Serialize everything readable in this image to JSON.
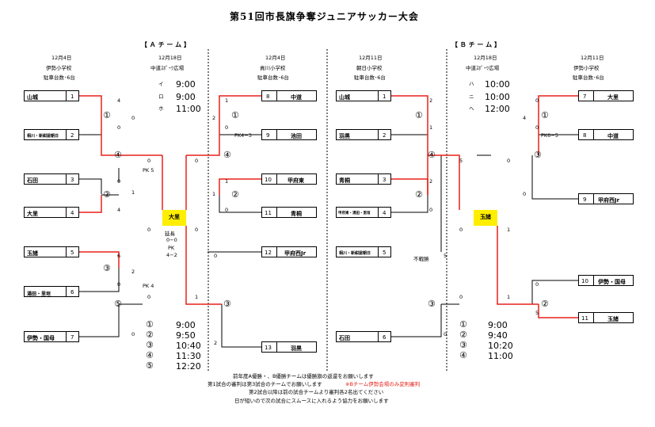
{
  "title": "第51回市長旗争奪ジュニアサッカー大会",
  "sections": {
    "a": "【 Ａ チ ー ム 】",
    "b": "【 Ｂ チ ー ム 】"
  },
  "venues": {
    "a_left": {
      "date": "12月4日",
      "name": "伊勢小学校",
      "parking": "駐車台数･6台"
    },
    "a_center": {
      "date": "12月18日",
      "name": "中道ｽﾎﾟｰﾂ広場"
    },
    "a_right": {
      "date": "12月4日",
      "name": "貢川小学校",
      "parking": "駐車台数･6台"
    },
    "b_left": {
      "date": "12月11日",
      "name": "朝日小学校",
      "parking": "駐車台数･6台"
    },
    "b_center": {
      "date": "12月18日",
      "name": "中道ｽﾎﾟｰﾂ広場"
    },
    "b_right": {
      "date": "12月11日",
      "name": "伊勢小学校",
      "parking": "駐車台数･6台"
    }
  },
  "schedule_a_top": [
    {
      "k": "イ",
      "t": "9:00"
    },
    {
      "k": "ロ",
      "t": "9:00"
    },
    {
      "k": "ホ",
      "t": "11:00"
    }
  ],
  "schedule_b_top": [
    {
      "k": "ハ",
      "t": "10:00"
    },
    {
      "k": "ニ",
      "t": "10:00"
    },
    {
      "k": "ヘ",
      "t": "12:00"
    }
  ],
  "schedule_a_bottom": [
    {
      "k": "①",
      "t": "9:00"
    },
    {
      "k": "②",
      "t": "9:50"
    },
    {
      "k": "③",
      "t": "10:40"
    },
    {
      "k": "④",
      "t": "11:30"
    },
    {
      "k": "⑤",
      "t": "12:20"
    }
  ],
  "schedule_b_bottom": [
    {
      "k": "①",
      "t": "9:00"
    },
    {
      "k": "②",
      "t": "9:40"
    },
    {
      "k": "③",
      "t": "10:20"
    },
    {
      "k": "④",
      "t": "11:00"
    }
  ],
  "teams": {
    "a_left": [
      {
        "name": "山城",
        "no": "1"
      },
      {
        "name": "相川・新紺屋朝日",
        "no": "2"
      },
      {
        "name": "石田",
        "no": "3"
      },
      {
        "name": "大里",
        "no": "4"
      },
      {
        "name": "玉諸",
        "no": "5"
      },
      {
        "name": "湯田・里垣",
        "no": "6"
      },
      {
        "name": "伊勢・国母",
        "no": "7"
      }
    ],
    "a_right": [
      {
        "no": "8",
        "name": "中道"
      },
      {
        "no": "9",
        "name": "池田"
      },
      {
        "no": "10",
        "name": "甲府東"
      },
      {
        "no": "11",
        "name": "青桐"
      },
      {
        "no": "12",
        "name": "甲府西Jr"
      },
      {
        "no": "13",
        "name": "羽黒"
      }
    ],
    "b_left": [
      {
        "name": "山城",
        "no": "1"
      },
      {
        "name": "羽黒",
        "no": "2"
      },
      {
        "name": "青桐",
        "no": "3"
      },
      {
        "name": "甲府東・湯田・里垣",
        "no": "4"
      },
      {
        "name": "相川・新紺屋朝日",
        "no": "5"
      },
      {
        "name": "石田",
        "no": "6"
      }
    ],
    "b_right": [
      {
        "no": "7",
        "name": "大里"
      },
      {
        "no": "8",
        "name": "中道"
      },
      {
        "no": "9",
        "name": "甲府西Jr"
      },
      {
        "no": "10",
        "name": "伊勢・国母"
      },
      {
        "no": "11",
        "name": "玉諸"
      }
    ]
  },
  "winners": {
    "a": "大里",
    "b": "玉諸"
  },
  "markers": {
    "m1": "①",
    "m2": "②",
    "m3": "③",
    "m4": "④",
    "m5": "⑤"
  },
  "scores": {
    "a_l_1_top": "4",
    "a_l_1_bot": "0",
    "a_l_2_top": "0",
    "a_l_2_bot": "4",
    "a_l_3_top": "6",
    "a_l_3_bot": "0",
    "a_l_4_top": "0",
    "a_l_4_bot": "1",
    "a_l_5_top": "2",
    "a_l_5_bot": "0",
    "a_l_c1": "0",
    "a_l_c2": "0",
    "a_r_1_top": "1",
    "a_r_1_bot": "0",
    "a_r_2_top": "1",
    "a_r_2_bot": "0",
    "a_r_4_top": "2",
    "a_r_4_bot": "1",
    "a_r_3_top": "0",
    "a_r_3_bot": "2",
    "a_r_c1": "0",
    "a_r_c2": "0",
    "a_r_c3": "1",
    "b_l_1_top": "2",
    "b_l_1_bot": "1",
    "b_l_2_top": "2",
    "b_l_2_bot": "0",
    "b_l_3_top": "5",
    "b_l_3_bot": "0",
    "b_l_c1": "5",
    "b_l_c2": "0",
    "b_l_c3": "0",
    "b_r_1_top": "0",
    "b_r_1_bot": "0",
    "b_r_3_top": "4",
    "b_r_3_bot": "0",
    "b_r_2_top": "0",
    "b_r_2_bot": "5",
    "b_r_c1": "0",
    "b_r_c2": "1",
    "b_r_c3": "1"
  },
  "pk": {
    "a_r_1": "PK4−3",
    "b_r_1": "PK6−5",
    "a_final_top": "PK 5",
    "a_final_bot": "PK 4",
    "a_final_note1": "延長",
    "a_final_note2": "0−0",
    "a_final_note3": "PK",
    "a_final_note4": "4−2",
    "b_forfeit": "不戦勝"
  },
  "notes": [
    "前年度A優勝・、B優勝チームは優勝旗の返還をお願いします",
    "第1試合の審判は第3試合のチームでお願いします",
    "※Bチーム伊勢会場のみ変則審判",
    "第2試合以降は前の試合チームより審判各2名出てください",
    "日が短いので次の試合にスムースに入れるよう協力をお願いします"
  ]
}
